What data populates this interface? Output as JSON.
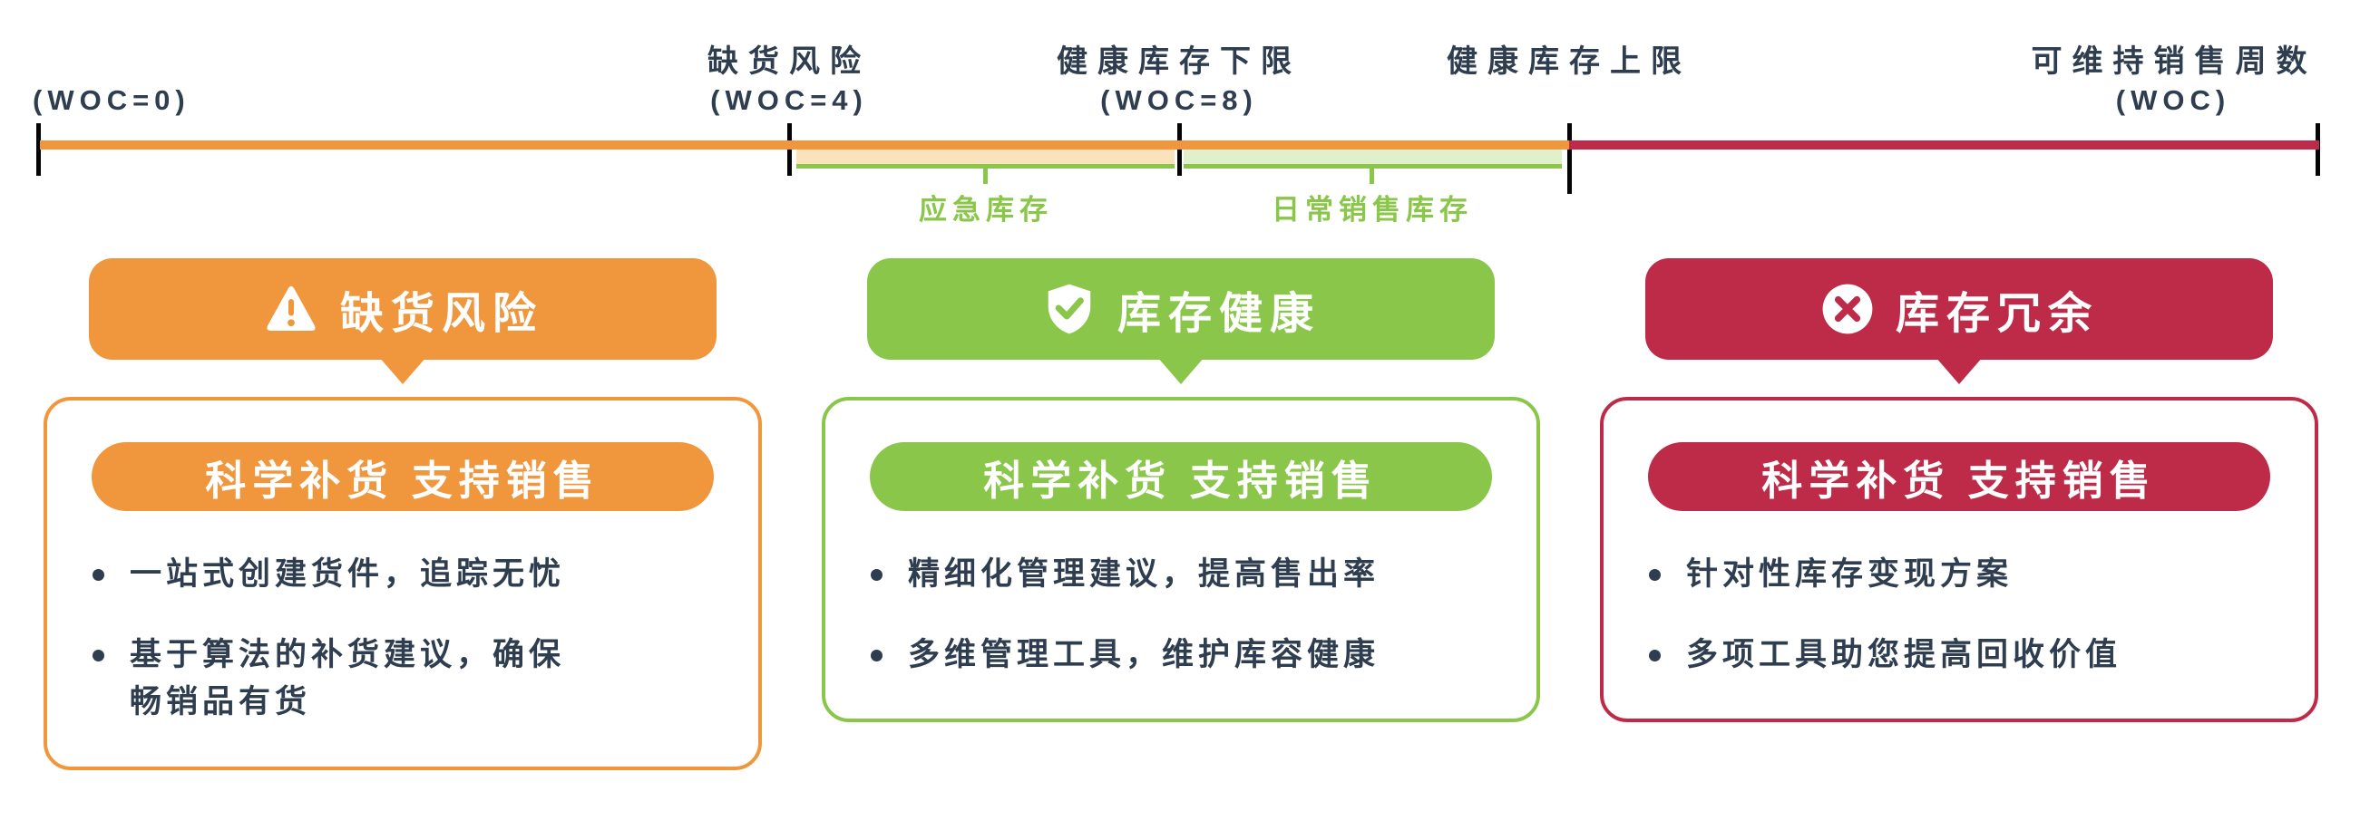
{
  "colors": {
    "orange": "#F0973E",
    "orange_light": "#FAE3BC",
    "green": "#8AC64A",
    "green_light": "#DFF0CB",
    "crimson": "#BE2B49",
    "ink": "#2E3D4F"
  },
  "timeline": {
    "start": {
      "woc": "(WOC=0)"
    },
    "markers": [
      {
        "title": "缺货风险",
        "woc": "(WOC=4)"
      },
      {
        "title": "健康库存下限",
        "woc": "(WOC=8)"
      },
      {
        "title": "健康库存上限",
        "woc": ""
      },
      {
        "title": "可维持销售周数",
        "woc": "(WOC)"
      }
    ],
    "brackets": [
      {
        "label": "应急库存"
      },
      {
        "label": "日常销售库存"
      }
    ]
  },
  "cards": [
    {
      "badge": {
        "icon": "warning-triangle-icon",
        "label": "缺货风险"
      },
      "pill": "科学补货 支持销售",
      "bullets": [
        "一站式创建货件，追踪无忧",
        "基于算法的补货建议，确保\n畅销品有货"
      ]
    },
    {
      "badge": {
        "icon": "shield-check-icon",
        "label": "库存健康"
      },
      "pill": "科学补货 支持销售",
      "bullets": [
        "精细化管理建议，提高售出率",
        "多维管理工具，维护库容健康"
      ]
    },
    {
      "badge": {
        "icon": "circle-x-icon",
        "label": "库存冗余"
      },
      "pill": "科学补货 支持销售",
      "bullets": [
        "针对性库存变现方案",
        "多项工具助您提高回收价值"
      ]
    }
  ]
}
